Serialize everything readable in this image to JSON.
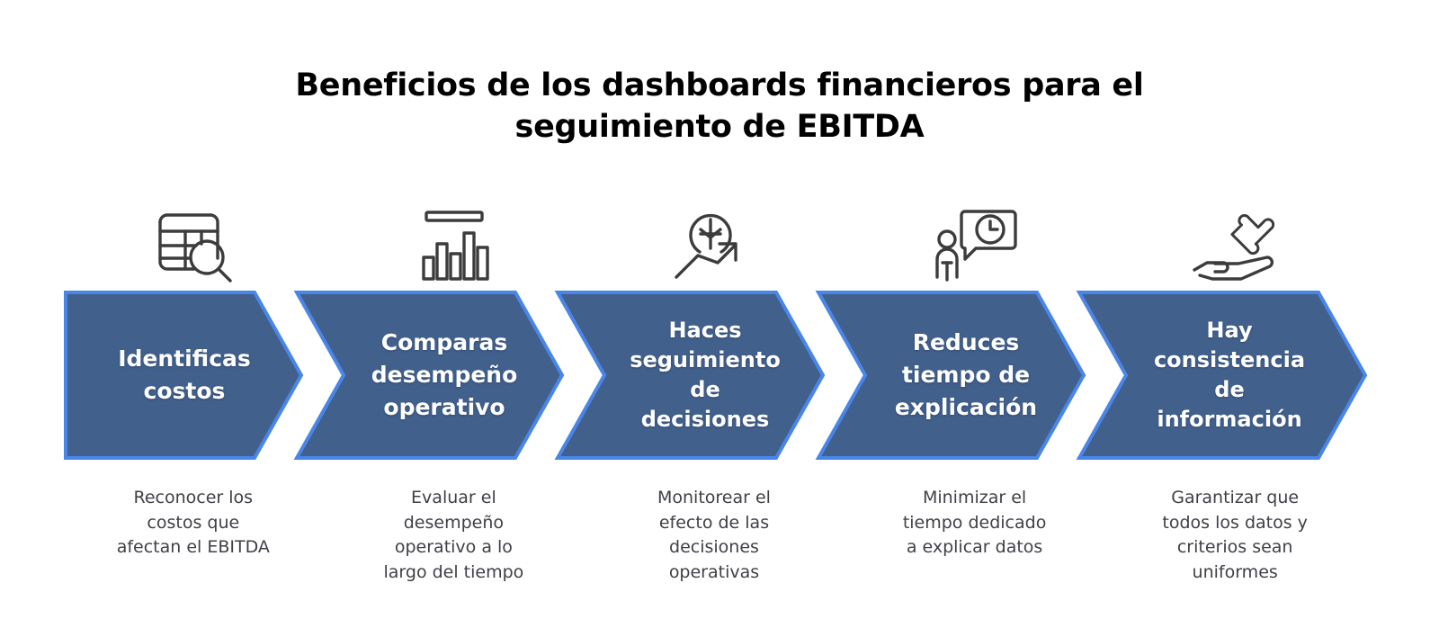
{
  "title": {
    "line1": "Beneficios de los dashboards financieros para el",
    "line2": "seguimiento de EBITDA",
    "full": "Beneficios de los dashboards financieros para el seguimiento de EBITDA"
  },
  "colors": {
    "chevron_fill": "#41608C",
    "chevron_border": "#4A86E8",
    "chevron_text": "#FFFFFF",
    "icon_stroke": "#3C3C3C",
    "caption_text": "#3F3F46",
    "title_text": "#000000",
    "background": "#FFFFFF"
  },
  "steps": [
    {
      "index": 1,
      "icon": "table-search-icon",
      "heading": "Identificas costos",
      "heading_lines": [
        "Identificas",
        "costos"
      ],
      "caption": "Reconocer los costos que afectan el EBITDA",
      "caption_lines": [
        "Reconocer los",
        "costos que",
        "afectan el EBITDA"
      ]
    },
    {
      "index": 2,
      "icon": "bar-chart-icon",
      "heading": "Comparas desempeño operativo",
      "heading_lines": [
        "Comparas",
        "desempeño",
        "operativo"
      ],
      "caption": "Evaluar el desempeño operativo a lo largo del tiempo",
      "caption_lines": [
        "Evaluar el",
        "desempeño",
        "operativo a lo",
        "largo del tiempo"
      ]
    },
    {
      "index": 3,
      "icon": "currency-growth-arrow-icon",
      "heading": "Haces seguimiento de decisiones",
      "heading_lines": [
        "Haces",
        "seguimiento",
        "de",
        "decisiones"
      ],
      "caption": "Monitorear el efecto de las decisiones operativas",
      "caption_lines": [
        "Monitorear el",
        "efecto de las",
        "decisiones",
        "operativas"
      ]
    },
    {
      "index": 4,
      "icon": "person-clock-speech-bubble-icon",
      "heading": "Reduces tiempo de explicación",
      "heading_lines": [
        "Reduces",
        "tiempo de",
        "explicación"
      ],
      "caption": "Minimizar el tiempo dedicado a explicar datos",
      "caption_lines": [
        "Minimizar el",
        "tiempo dedicado",
        "a explicar datos"
      ]
    },
    {
      "index": 5,
      "icon": "hand-puzzle-piece-icon",
      "heading": "Hay consistencia de información",
      "heading_lines": [
        "Hay",
        "consistencia",
        "de",
        "información"
      ],
      "caption": "Garantizar que todos los datos y criterios sean uniformes",
      "caption_lines": [
        "Garantizar que",
        "todos los datos y",
        "criterios sean",
        "uniformes"
      ]
    }
  ]
}
